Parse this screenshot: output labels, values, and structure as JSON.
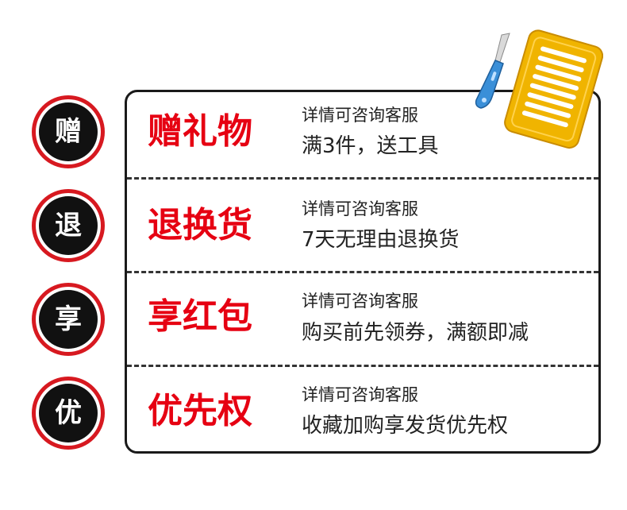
{
  "colors": {
    "accent_red": "#e60012",
    "badge_ring": "#d71920",
    "badge_fill": "#111111",
    "text_dark": "#222222",
    "tool_gold": "#f0b400",
    "knife_blue": "#3a8fd8"
  },
  "rows": [
    {
      "badge": "赠",
      "title": "赠礼物",
      "subtitle": "详情可咨询客服",
      "description": "满3件，送工具"
    },
    {
      "badge": "退",
      "title": "退换货",
      "subtitle": "详情可咨询客服",
      "description": "7天无理由退换货"
    },
    {
      "badge": "享",
      "title": "享红包",
      "subtitle": "详情可咨询客服",
      "description": "购买前先领券，满额即减"
    },
    {
      "badge": "优",
      "title": "优先权",
      "subtitle": "详情可咨询客服",
      "description": "收藏加购享发货优先权"
    }
  ],
  "tools_image": {
    "icon": "knife-and-scraper-icon"
  }
}
